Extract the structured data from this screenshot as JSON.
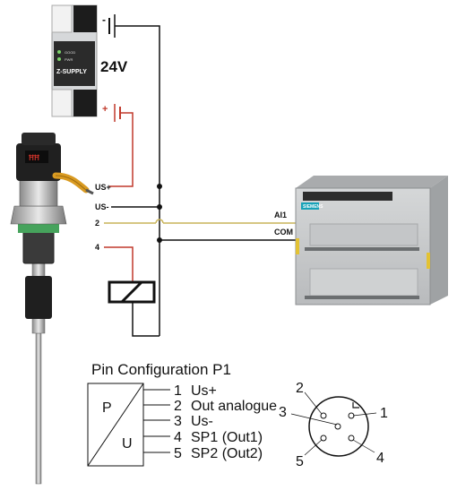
{
  "supply": {
    "led_good": "GOOD",
    "led_pwr": "PWR",
    "model": "Z-SUPPLY",
    "voltage": "24V",
    "minus": "-",
    "plus": "+"
  },
  "wires": {
    "us_plus": "US+",
    "us_minus": "US-",
    "pin2": "2",
    "pin4": "4",
    "ai1": "AI1",
    "com": "COM"
  },
  "plc": {
    "brand": "SIEMENS"
  },
  "pin_config": {
    "title": "Pin Configuration P1",
    "p_label": "P",
    "u_label": "U",
    "pins": [
      {
        "num": "1",
        "label": "Us+"
      },
      {
        "num": "2",
        "label": "Out analogue"
      },
      {
        "num": "3",
        "label": "Us-"
      },
      {
        "num": "4",
        "label": "SP1 (Out1)"
      },
      {
        "num": "5",
        "label": "SP2 (Out2)"
      }
    ]
  },
  "connector": {
    "labels": [
      "1",
      "2",
      "3",
      "4",
      "5"
    ]
  },
  "colors": {
    "red_wire": "#c0392b",
    "plc_body": "#c9cbcc",
    "plc_accent": "#17a2b8",
    "analog_wire": "#c9b458"
  }
}
